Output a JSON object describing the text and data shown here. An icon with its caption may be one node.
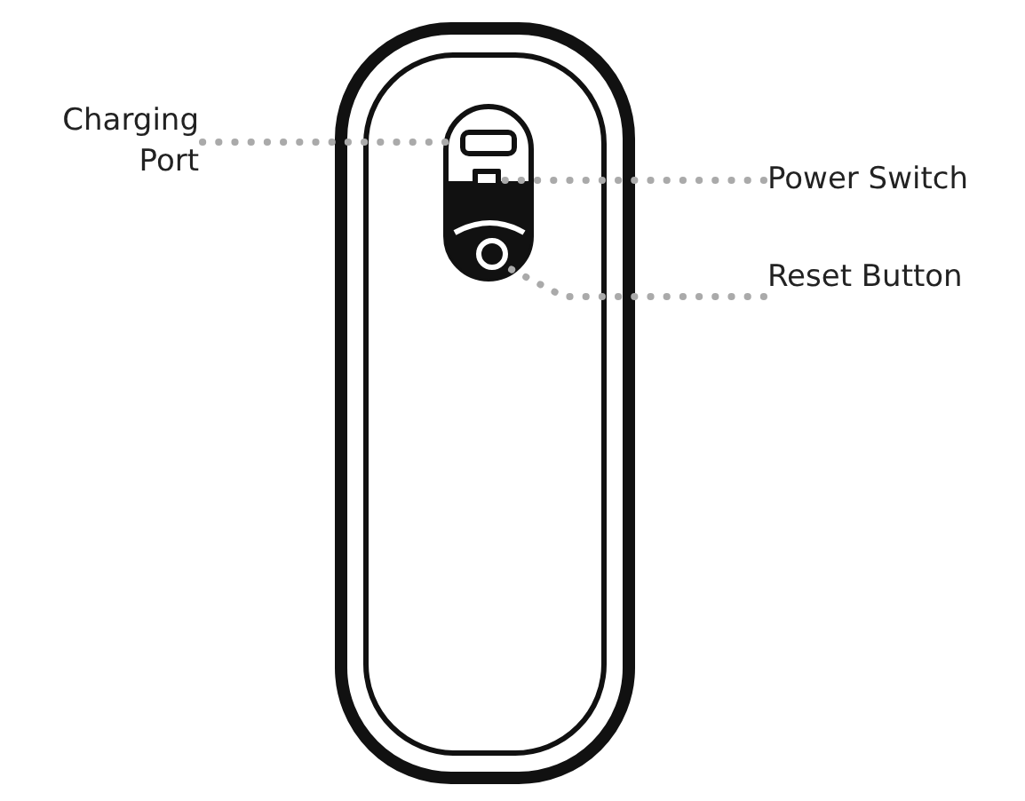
{
  "diagram": {
    "nodes": [
      {
        "text": [
          "Charging Port"
        ]
      },
      {
        "text": [
          "Power Switch"
        ]
      },
      {
        "text": [
          "Reset Button"
        ]
      },
      {
        "text": [],
        "shape": "box"
      },
      {
        "text": [],
        "shape": "box"
      },
      {
        "text": [],
        "shape": "circle"
      }
    ],
    "edges": [
      {
        "from": 0,
        "to": 3,
        "arrow": "none"
      },
      {
        "from": 1,
        "to": 4,
        "arrow": "none"
      },
      {
        "from": 2,
        "to": 5,
        "arrow": "none"
      }
    ]
  }
}
